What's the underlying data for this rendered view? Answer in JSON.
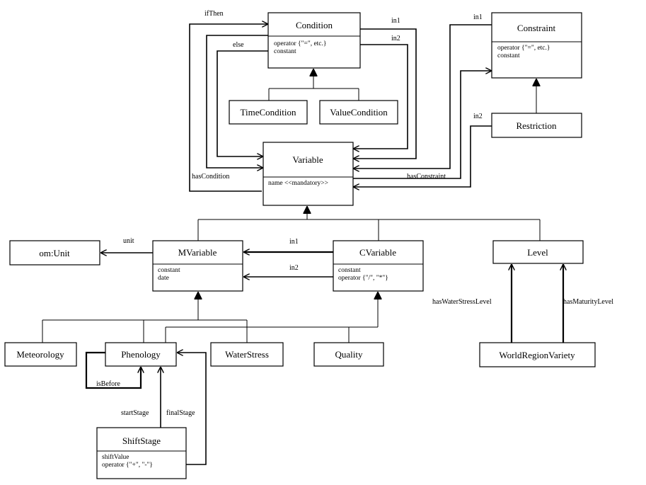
{
  "classes": {
    "condition": {
      "name": "Condition",
      "attrs": [
        "operator {\"=\", etc.}",
        "constant"
      ]
    },
    "constraint": {
      "name": "Constraint",
      "attrs": [
        "operator {\"=\", etc.}",
        "constant"
      ]
    },
    "time_condition": {
      "name": "TimeCondition"
    },
    "value_condition": {
      "name": "ValueCondition"
    },
    "restriction": {
      "name": "Restriction"
    },
    "variable": {
      "name": "Variable",
      "attrs": [
        "name <<mandatory>>"
      ]
    },
    "om_unit": {
      "name": "om:Unit"
    },
    "mvariable": {
      "name": "MVariable",
      "attrs": [
        "constant",
        "date"
      ]
    },
    "cvariable": {
      "name": "CVariable",
      "attrs": [
        "constant",
        "operator {\"/\", \"*\"}"
      ]
    },
    "level": {
      "name": "Level"
    },
    "meteorology": {
      "name": "Meteorology"
    },
    "phenology": {
      "name": "Phenology"
    },
    "waterstress": {
      "name": "WaterStress"
    },
    "quality": {
      "name": "Quality"
    },
    "world_region_variety": {
      "name": "WorldRegionVariety"
    },
    "shiftstage": {
      "name": "ShiftStage",
      "attrs": [
        "shiftValue",
        "operator {\"+\", \"-\"}"
      ]
    }
  },
  "labels": {
    "ifthen": "ifThen",
    "else": "else",
    "has_condition": "hasCondition",
    "cond_in1": "in1",
    "cond_in2": "in2",
    "cons_in1": "in1",
    "restr_in2": "in2",
    "has_constraint": "hasConstraint",
    "unit": "unit",
    "cv_in1": "in1",
    "cv_in2": "in2",
    "has_water_stress_level": "hasWaterStressLevel",
    "has_maturity_level": "hasMaturityLevel",
    "is_before": "isBefore",
    "start_stage": "startStage",
    "final_stage": "finalStage"
  }
}
